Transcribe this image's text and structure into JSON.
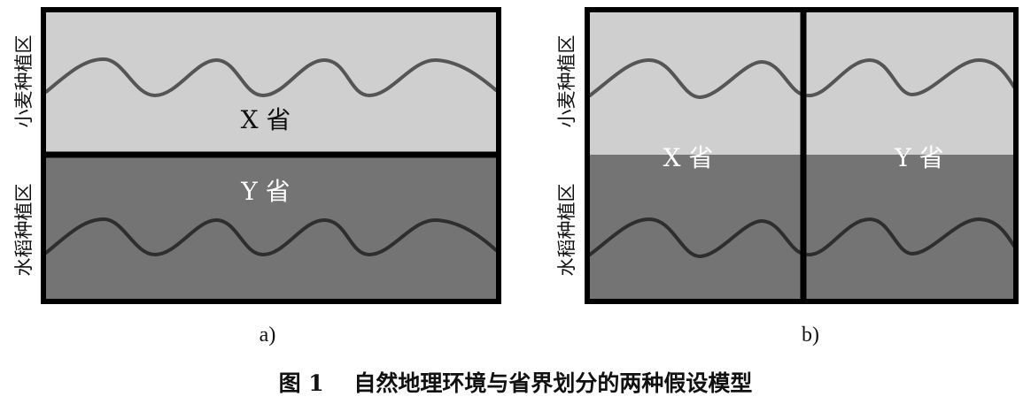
{
  "panel_a": {
    "label_top": "小麦种植区",
    "label_bottom": "水稻种植区",
    "province_x": "X 省",
    "province_y": "Y 省",
    "sublabel": "a)"
  },
  "panel_b": {
    "label_top": "小麦种植区",
    "label_bottom": "水稻种植区",
    "province_x": "X 省",
    "province_y": "Y 省",
    "sublabel": "b)"
  },
  "caption": "图 1　 自然地理环境与省界划分的两种假设模型",
  "colors": {
    "wheat_zone": "#cfcfcf",
    "rice_zone": "#747474",
    "border": "#000000",
    "wave_top": "#555555",
    "wave_bottom": "#2e2e2e"
  }
}
